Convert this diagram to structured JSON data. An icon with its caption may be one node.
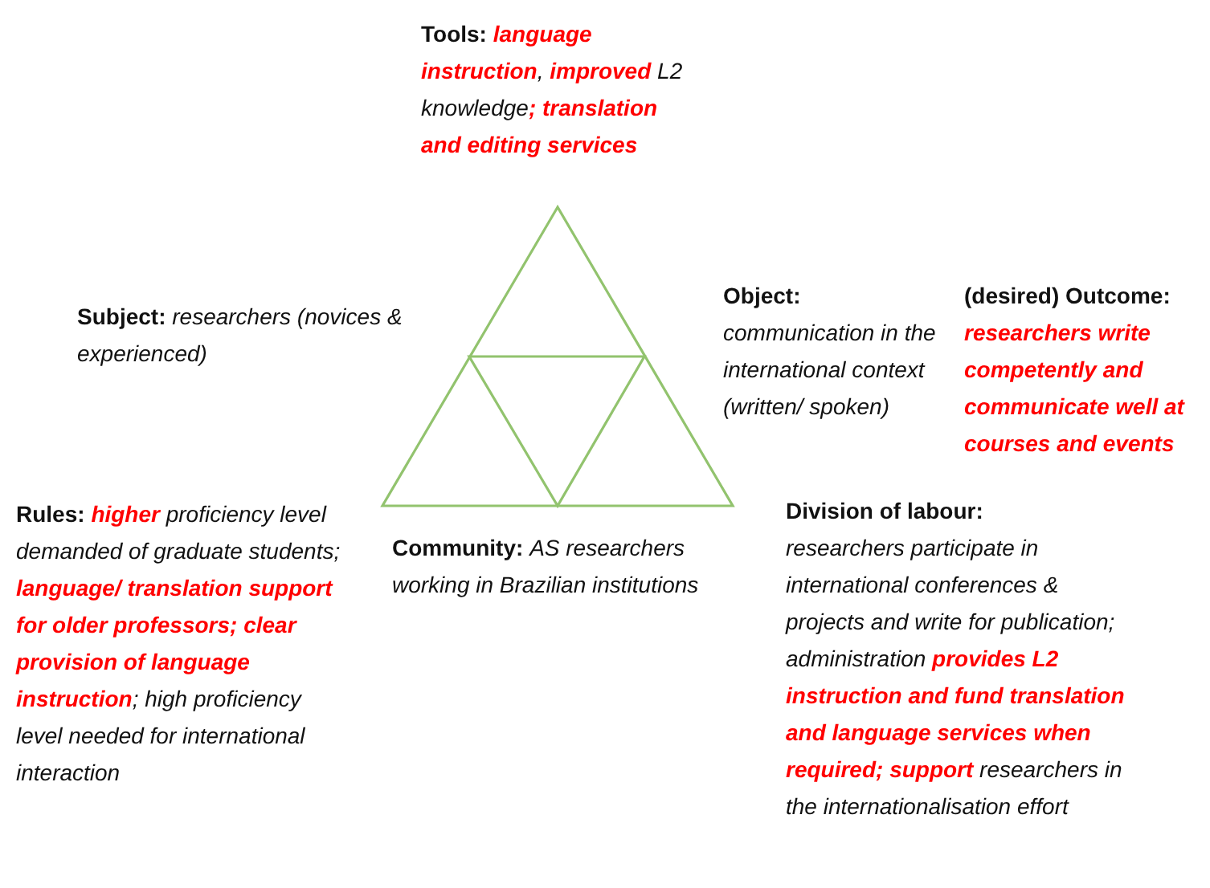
{
  "diagram": {
    "labels": [
      "Tools:",
      "**language instruction**, **improved** L2 knowledge**; translation and editing services**",
      "Subject:",
      "researchers (novices & experienced)",
      "Object:",
      "communication in the international context (written/ spoken)",
      "(desired) Outcome:",
      "researchers write competently and communicate well at courses and events",
      "Rules:",
      "**higher** proficiency level demanded of graduate students; **language/ translation support for older professors; clear provision of language instruction**; high proficiency level needed for international interaction",
      "Community:",
      "AS researchers working in Brazilian institutions",
      "Division of labour:",
      "researchers participate in international conferences & projects and write for publication; administration **provides L2 instruction and fund translation and language services when required; support** researchers in the internationalisation effort"
    ]
  }
}
